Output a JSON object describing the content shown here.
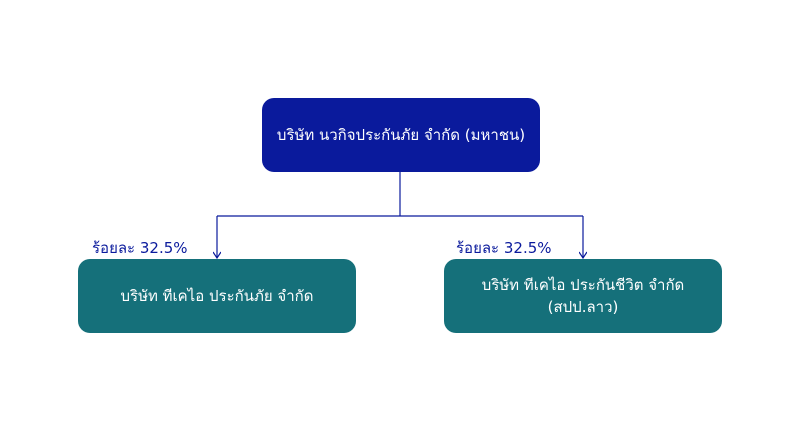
{
  "parent": {
    "name": "บริษัท นวกิจประกันภัย จำกัด (มหาชน)"
  },
  "subsidiaries": [
    {
      "name_line1": "บริษัท ทีเคไอ ประกันภัย จำกัด",
      "name_line2": "",
      "share": "ร้อยละ 32.5%"
    },
    {
      "name_line1": "บริษัท ทีเคไอ ประกันชีวิต จำกัด",
      "name_line2": "(สปป.ลาว)",
      "share": "ร้อยละ 32.5%"
    }
  ],
  "colors": {
    "parent_fill": "#0a1a9c",
    "child_fill": "#15707a",
    "connector": "#0a1a9c",
    "label_text": "#0a1a9c"
  }
}
